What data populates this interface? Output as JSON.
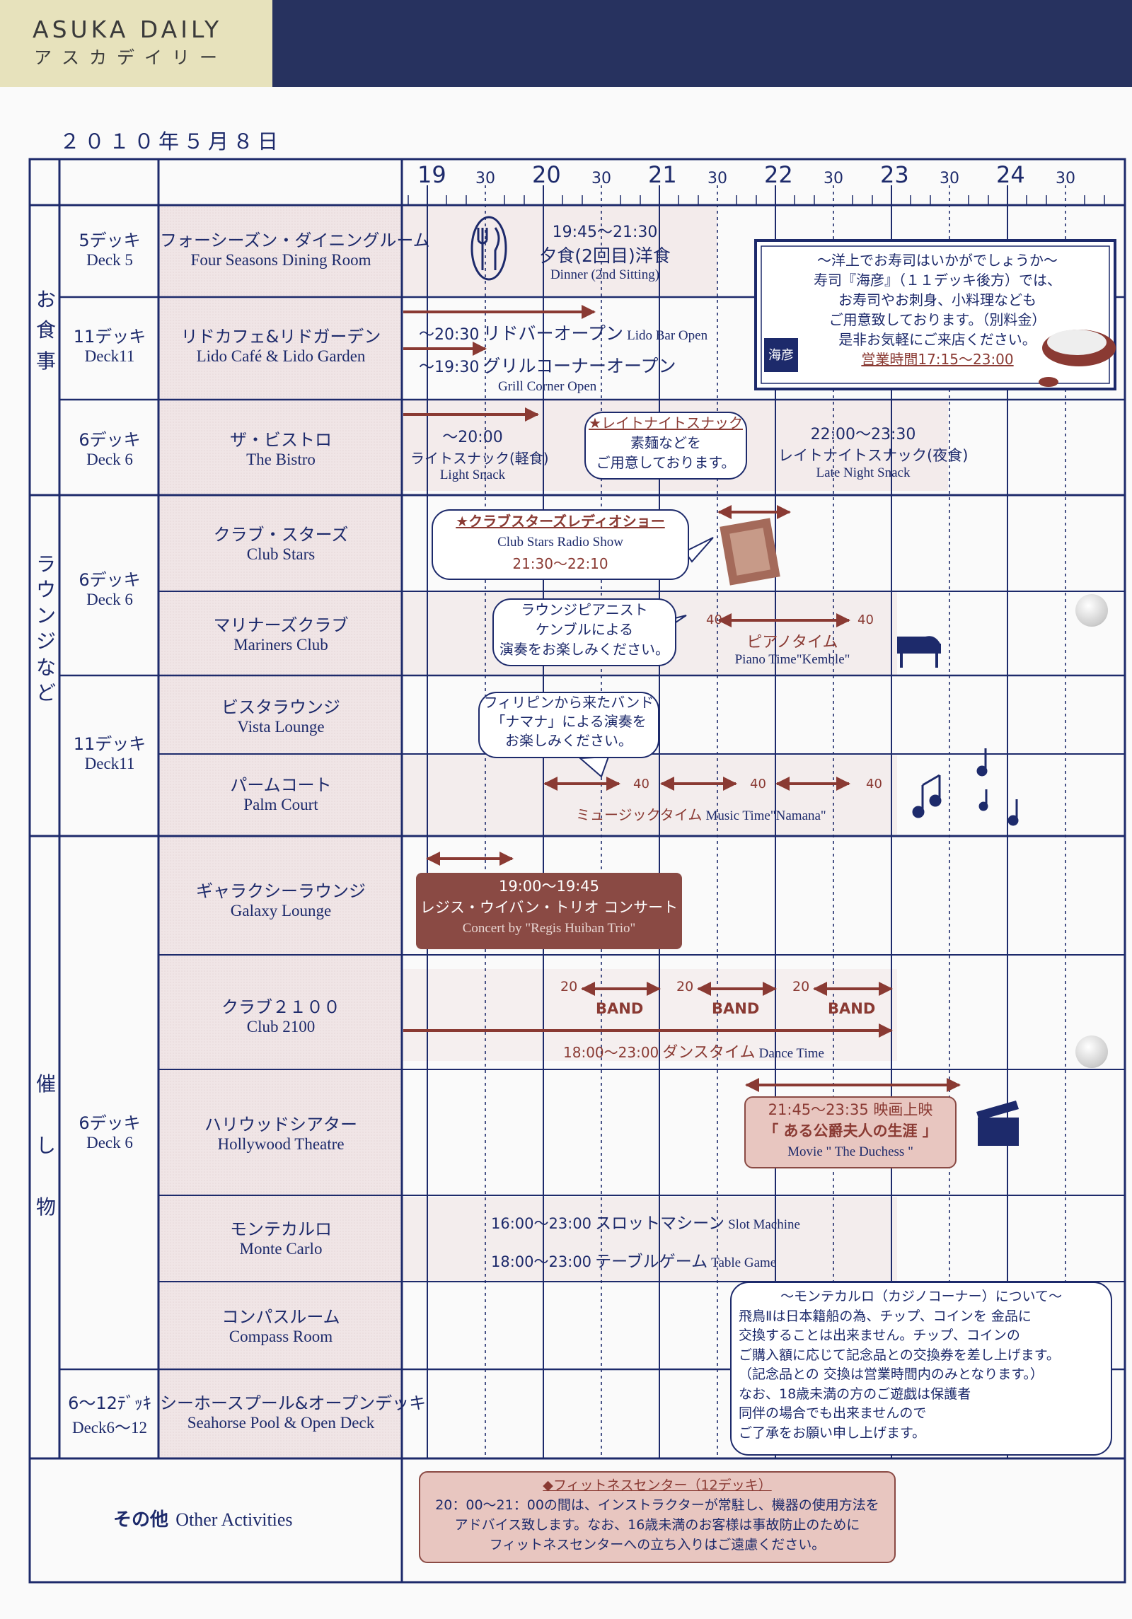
{
  "header": {
    "brand": "ASUKA DAILY",
    "brand_kana": "アスカデイリー"
  },
  "date": "２０１０年５月８日",
  "hours": [
    "19",
    "20",
    "21",
    "22",
    "23",
    "24"
  ],
  "half": "30",
  "categories": {
    "dining": [
      "お",
      "食",
      "事"
    ],
    "lounge": [
      "ラ",
      "ウ",
      "ン",
      "ジ",
      "な",
      "ど"
    ],
    "events": [
      "催",
      "し",
      "物"
    ]
  },
  "decks": [
    {
      "jp": "5デッキ",
      "en": "Deck 5"
    },
    {
      "jp": "11デッキ",
      "en": "Deck11"
    },
    {
      "jp": "6デッキ",
      "en": "Deck 6"
    },
    {
      "jp": "6デッキ",
      "en": "Deck 6"
    },
    {
      "jp": "11デッキ",
      "en": "Deck11"
    },
    {
      "jp": "6デッキ",
      "en": "Deck 6"
    },
    {
      "jp": "6〜12ﾃﾞｯｷ",
      "en": "Deck6〜12"
    }
  ],
  "venues": [
    {
      "jp": "フォーシーズン・ダイニングルーム",
      "en": "Four Seasons Dining Room"
    },
    {
      "jp": "リドカフェ&リドガーデン",
      "en": "Lido Café & Lido Garden"
    },
    {
      "jp": "ザ・ビストロ",
      "en": "The Bistro"
    },
    {
      "jp": "クラブ・スターズ",
      "en": "Club Stars"
    },
    {
      "jp": "マリナーズクラブ",
      "en": "Mariners Club"
    },
    {
      "jp": "ビスタラウンジ",
      "en": "Vista Lounge"
    },
    {
      "jp": "パームコート",
      "en": "Palm Court"
    },
    {
      "jp": "ギャラクシーラウンジ",
      "en": "Galaxy Lounge"
    },
    {
      "jp": "クラブ２１００",
      "en": "Club 2100"
    },
    {
      "jp": "ハリウッドシアター",
      "en": "Hollywood Theatre"
    },
    {
      "jp": "モンテカルロ",
      "en": "Monte Carlo"
    },
    {
      "jp": "コンパスルーム",
      "en": "Compass Room"
    },
    {
      "jp": "シーホースプール&オープンデッキ",
      "en": "Seahorse Pool & Open Deck"
    }
  ],
  "other": {
    "jp": "その他",
    "en": "Other Activities"
  },
  "events": {
    "dinner": {
      "time": "19:45〜21:30",
      "jp": "夕食(2回目)洋食",
      "en": "Dinner (2nd Sitting)"
    },
    "sushi": {
      "l1": "〜洋上でお寿司はいかがでしょうか〜",
      "l2": "寿司『海彦』（１１デッキ後方）では、",
      "l3": "お寿司やお刺身、小料理なども",
      "l4": "ご用意致しております。（別料金）",
      "l5": "是非お気軽にご来店ください。",
      "l6": "営業時間17:15〜23:00",
      "logo": "海彦"
    },
    "lido_bar": {
      "time": "〜20:30",
      "jp": "リドバーオープン",
      "en": "Lido Bar Open"
    },
    "grill": {
      "time": "〜19:30",
      "jp": "グリルコーナーオープン",
      "en": "Grill Corner Open"
    },
    "light_snack": {
      "time": "〜20:00",
      "jp": "ライトスナック(軽食)",
      "en": "Light Snack"
    },
    "late_note": {
      "l1": "★レイトナイトスナック",
      "l2": "素麺などを",
      "l3": "ご用意しております。"
    },
    "late_snack": {
      "time": "22:00〜23:30",
      "jp": "レイトナイトスナック(夜食)",
      "en": "Late Night Snack"
    },
    "radio": {
      "l1": "★クラブスターズレディオショー",
      "l2": "Club Stars Radio Show",
      "l3": "21:30〜22:10"
    },
    "pianist": {
      "l1": "ラウンジピアニスト",
      "l2": "ケンブルによる",
      "l3": "演奏をお楽しみください。"
    },
    "piano": {
      "jp": "ピアノタイム",
      "en": "Piano Time\"Kemble\"",
      "m1": "40",
      "m2": "40"
    },
    "band_note": {
      "l1": "フィリピンから来たバンド",
      "l2": "「ナマナ」による演奏を",
      "l3": "お楽しみください。"
    },
    "music": {
      "jp": "ミュージックタイム",
      "en": "Music Time\"Namana\"",
      "m": "40"
    },
    "regis": {
      "time": "19:00〜19:45",
      "jp": "レジス・ウイバン・トリオ コンサート",
      "en": "Concert by \"Regis Huiban Trio\""
    },
    "band": {
      "label": "BAND",
      "m": "20"
    },
    "dance": {
      "time": "18:00〜23:00",
      "jp": "ダンスタイム",
      "en": "Dance Time"
    },
    "movie": {
      "time": "21:45〜23:35 映画上映",
      "jp": "「 ある公爵夫人の生涯 」",
      "en": "Movie \" The Duchess \""
    },
    "slot": {
      "time": "16:00〜23:00",
      "jp": "スロットマシーン",
      "en": "Slot Machine"
    },
    "table": {
      "time": "18:00〜23:00",
      "jp": "テーブルゲーム",
      "en": "Table Game"
    },
    "casino": {
      "l1": "〜モンテカルロ（カジノコーナー）について〜",
      "l2": "飛鳥Ⅱは日本籍船の為、チップ、コインを 金品に",
      "l3": "交換することは出来ません。チップ、コインの",
      "l4": "ご購入額に応じて記念品との交換券を差し上げます。",
      "l5": "（記念品との 交換は営業時間内のみとなります。）",
      "l6": "なお、18歳未満の方のご遊戯は保護者",
      "l7": "同伴の場合でも出来ませんので",
      "l8": "ご了承をお願い申し上げます。"
    },
    "fitness": {
      "l1": "◆フィットネスセンター（12デッキ）",
      "l2": "20：00〜21：00の間は、インストラクターが常駐し、機器の使用方法を",
      "l3": "アドバイス致します。なお、16歳未満のお客様は事故防止のために",
      "l4": "フィットネスセンターへの立ち入りはご遠慮ください。"
    }
  },
  "colors": {
    "navy": "#1d2a6b",
    "brown": "#8a3a33",
    "header_navy": "#27325f",
    "header_cream": "#e7e2bc"
  }
}
